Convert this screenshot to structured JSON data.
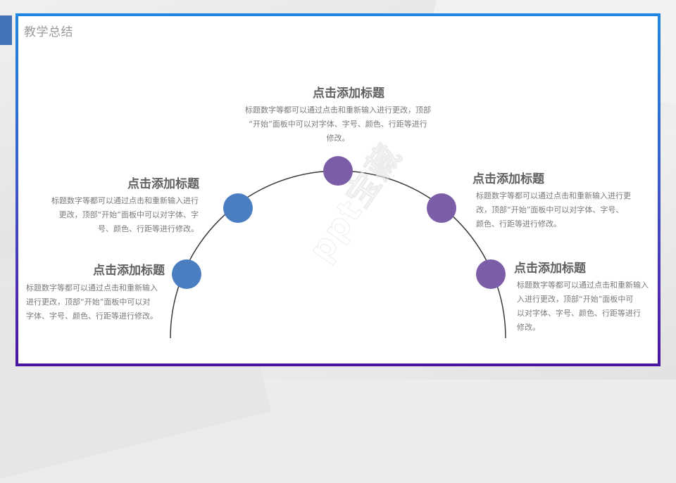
{
  "page": {
    "title": "教学总结",
    "watermark": "ppt宝藏",
    "colors": {
      "blue_dot": "#4a7ec0",
      "purple_dot": "#7b5ea7",
      "border_top": "#1f86e0",
      "border_bottom": "#4a14a0",
      "left_tab": "#4472b8"
    }
  },
  "items": [
    {
      "position": "top",
      "heading": "点击添加标题",
      "body_lines": [
        "标题数字等都可以通过点击和重新输入进行更改，顶部",
        "“开始”面板中可以对字体、字号、颜色、行距等进行",
        "修改。"
      ],
      "dot_color": "purple"
    },
    {
      "position": "left-upper",
      "heading": "点击添加标题",
      "body_lines": [
        "标题数字等都可以通过点击和重新输入进行",
        "更改，顶部“开始”面板中可以对字体、字",
        "号、颜色、行距等进行修改。"
      ],
      "dot_color": "blue"
    },
    {
      "position": "left-lower",
      "heading": "点击添加标题",
      "body_lines": [
        "标题数字等都可以通过点击和重新输入",
        "进行更改，顶部“开始”面板中可以对",
        "字体、字号、颜色、行距等进行修改。"
      ],
      "dot_color": "blue"
    },
    {
      "position": "right-upper",
      "heading": "点击添加标题",
      "body_lines": [
        "标题数字等都可以通过点击和重新输入进行更",
        "改，顶部“开始”面板中可以对字体、字号、",
        "颜色、行距等进行修改。"
      ],
      "dot_color": "purple"
    },
    {
      "position": "right-lower",
      "heading": "点击添加标题",
      "body_lines": [
        "标题数字等都可以通过点击和重新输入",
        "入进行更改，顶部“开始”面板中可",
        "以对字体、字号、颜色、行距等进行",
        "修改。"
      ],
      "dot_color": "purple"
    }
  ]
}
